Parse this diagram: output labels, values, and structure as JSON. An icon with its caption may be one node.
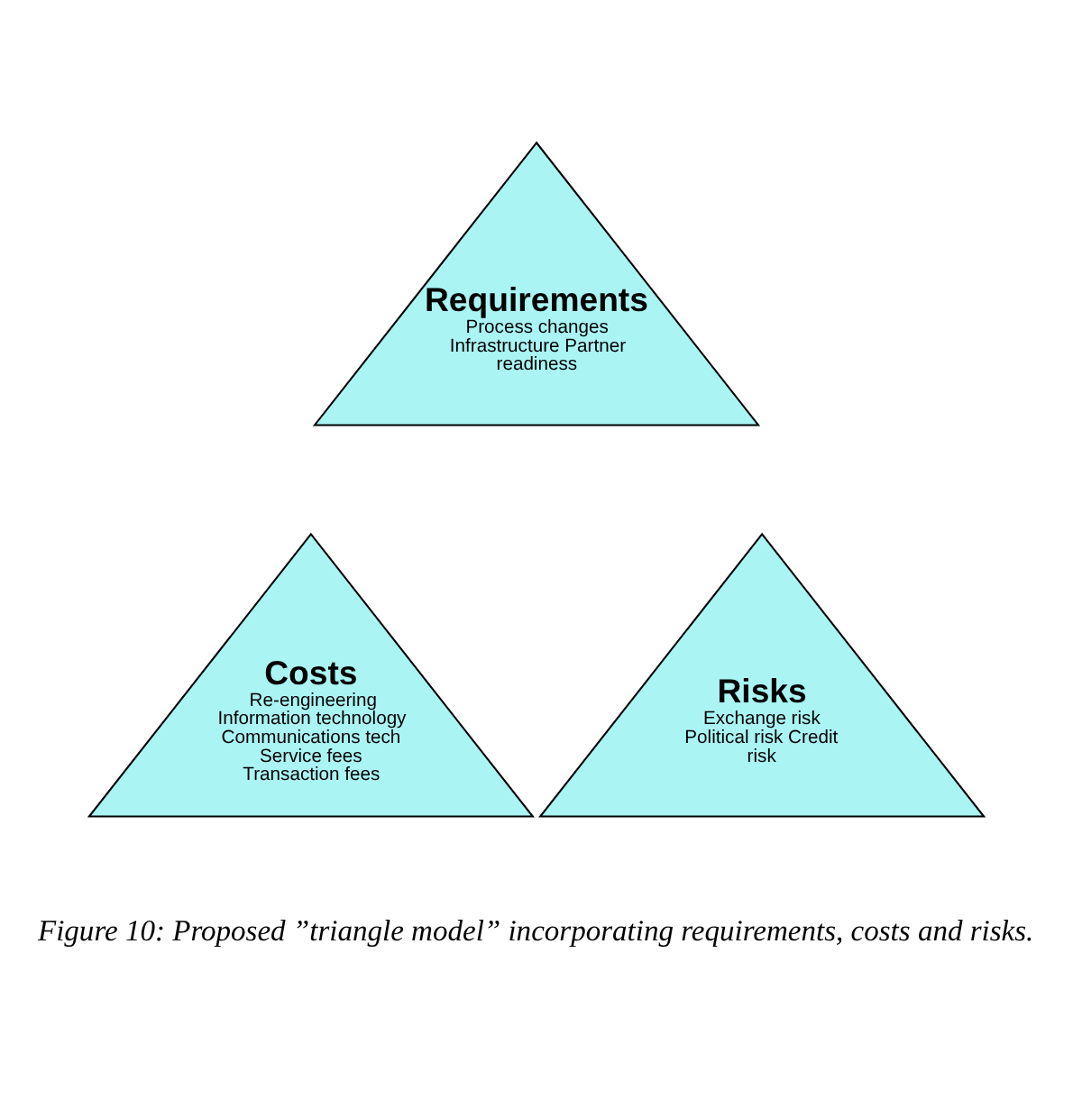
{
  "diagram": {
    "caption": "Figure 10: Proposed ”triangle model” incorporating requirements, costs and risks.",
    "nodes": [
      {
        "text": [
          "Requirements",
          "Process changes Infrastructure Partner readiness"
        ]
      },
      {
        "text": [
          "Costs",
          "Re-engineering Information technology Communications tech Service fees Transaction fees"
        ]
      },
      {
        "text": [
          "Risks",
          "Exchange risk Political risk Credit risk"
        ]
      }
    ],
    "edges": []
  }
}
